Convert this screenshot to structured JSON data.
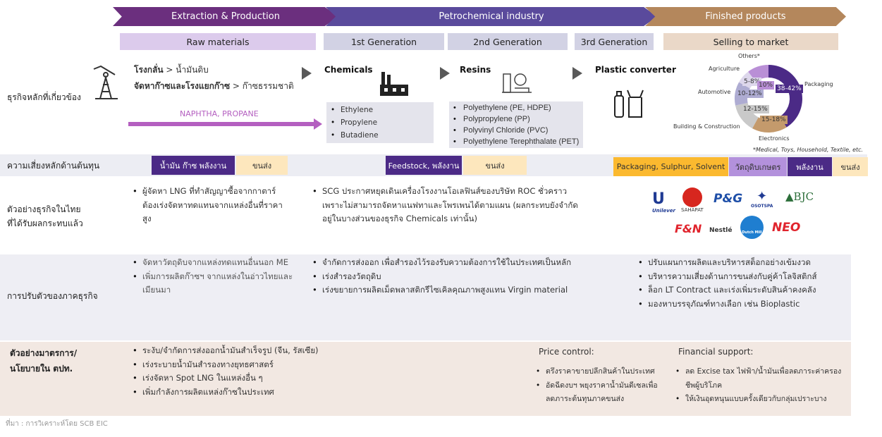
{
  "banner": {
    "extraction": "Extraction & Production",
    "petrochemical": "Petrochemical industry",
    "finished": "Finished products"
  },
  "subheaders": {
    "raw": "Raw materials",
    "gen1": "1st Generation",
    "gen2": "2nd Generation",
    "gen3": "3rd Generation",
    "selling": "Selling to market"
  },
  "row1": {
    "label": "ธุรกิจหลักที่เกี่ยวข้อง",
    "raw_line1_bold": "โรงกลั่น",
    "raw_line1_rest": " > น้ำมันดิบ",
    "raw_line2_bold": "จัดหาก๊าซและโรงแยกก๊าซ",
    "raw_line2_rest": " > ก๊าซธรรมชาติ",
    "naphtha": "NAPHTHA, PROPANE",
    "chemicals": "Chemicals",
    "chemicals_items": [
      "Ethylene",
      "Propylene",
      "Butadiene"
    ],
    "resins": "Resins",
    "resins_items": [
      "Polyethylene (PE, HDPE)",
      "Polypropylene (PP)",
      "Polyvinyl Chloride (PVC)",
      "Polyethylene Terephthalate (PET)"
    ],
    "converter": "Plastic converter",
    "footnote": "*Medical, Toys, Household, Textile, etc."
  },
  "chart_data": {
    "type": "pie",
    "title": "",
    "slices": [
      {
        "label": "Packaging",
        "value_text": "38-42%",
        "value": 40,
        "color": "#4b2a86"
      },
      {
        "label": "Electronics",
        "value_text": "15-18%",
        "value": 16.5,
        "color": "#c49a6c"
      },
      {
        "label": "Building & Construction",
        "value_text": "12-15%",
        "value": 13.5,
        "color": "#c9c9c9"
      },
      {
        "label": "Automotive",
        "value_text": "10-12%",
        "value": 11,
        "color": "#aeacd2"
      },
      {
        "label": "Agriculture",
        "value_text": "5-8%",
        "value": 6.5,
        "color": "#ddd7ec"
      },
      {
        "label": "Others*",
        "value_text": "10%",
        "value": 10,
        "color": "#b98fd6"
      }
    ]
  },
  "row2": {
    "label": "ความเสี่ยงหลักด้านต้นทุน",
    "tag1": "น้ำมัน ก๊าซ พลังงาน",
    "tag2": "ขนส่ง",
    "tag3": "Feedstock, พลังงาน",
    "tag4": "ขนส่ง",
    "tag5": "Packaging, Sulphur, Solvent",
    "tag6": "วัตถุดิบเกษตร",
    "tag7": "พลังงาน",
    "tag8": "ขนส่ง"
  },
  "row3": {
    "label1": "ตัวอย่างธุรกิจในไทย",
    "label2": "ที่ได้รับผลกระทบแล้ว",
    "col1": [
      "ผู้จัดหา LNG ที่ทำสัญญาซื้อจากกาตาร์ต้องเร่งจัดหาทดแทนจากแหล่งอื่นที่ราคาสูง"
    ],
    "col2": [
      "SCG ประกาศหยุดเดินเครื่องโรงงานโอเลฟินส์ของบริษัท ROC ชั่วคราว เพราะไม่สามารถจัดหาแนฟทาและโพรเพนได้ตามแผน (ผลกระทบยังจำกัดอยู่ในบางส่วนของธุรกิจ Chemicals เท่านั้น)"
    ],
    "logos": [
      "Unilever",
      "SAHAPAT",
      "P&G",
      "OSOTSPA",
      "BJC",
      "F&N",
      "Nestlé",
      "Dutch Mill",
      "NEO"
    ]
  },
  "row4": {
    "label": "การปรับตัวของภาคธุรกิจ",
    "col1": [
      "จัดหาวัตถุดิบจากแหล่งทดแทนอื่นนอก ME",
      "เพิ่มการผลิตก๊าซฯ จากแหล่งในอ่าวไทยและเมียนมา"
    ],
    "col2": [
      "จำกัดการส่งออก เพื่อสำรองไว้รองรับความต้องการใช้ในประเทศเป็นหลัก",
      "เร่งสำรองวัตถุดิบ",
      "เร่งขยายการผลิตเม็ดพลาสติกรีไซเคิลคุณภาพสูงแทน Virgin material"
    ],
    "col3": [
      "ปรับแผนการผลิตและบริหารสต็อกอย่างเข้มงวด",
      "บริหารความเสี่ยงด้านการขนส่งกับคู่ค้าโลจิสติกส์",
      "ล็อก LT Contract และเร่งเพิ่มระดับสินค้าคงคลัง",
      "มองหาบรรจุภัณฑ์ทางเลือก เช่น Bioplastic"
    ]
  },
  "row5": {
    "label1": "ตัวอย่างมาตรการ/",
    "label2": "นโยบายใน ตปท.",
    "col1": [
      "ระงับ/จำกัดการส่งออกน้ำมันสำเร็จรูป  (จีน, รัสเซีย)",
      "เร่งระบายน้ำมันสำรองทางยุทธศาสตร์",
      "เร่งจัดหา Spot LNG ในแหล่งอื่น ๆ",
      "เพิ่มกำลังการผลิตแหล่งก๊าซในประเทศ"
    ],
    "price_title": "Price control:",
    "price": [
      "ตรึงราคาขายปลีกสินค้าในประเทศ",
      "อัดฉีดงบฯ พยุงราคาน้ำมันดีเซลเพื่อลดภาระต้นทุนภาคขนส่ง"
    ],
    "fin_title": "Financial support:",
    "fin": [
      "ลด Excise tax ไฟฟ้า/น้ำมันเพื่อลดภาระค่าครองชีพผู้บริโภค",
      "ให้เงินอุดหนุนแบบครั้งเดียวกับกลุ่มเปราะบาง"
    ]
  },
  "source": "ที่มา : การวิเคราะห์โดย SCB EIC"
}
